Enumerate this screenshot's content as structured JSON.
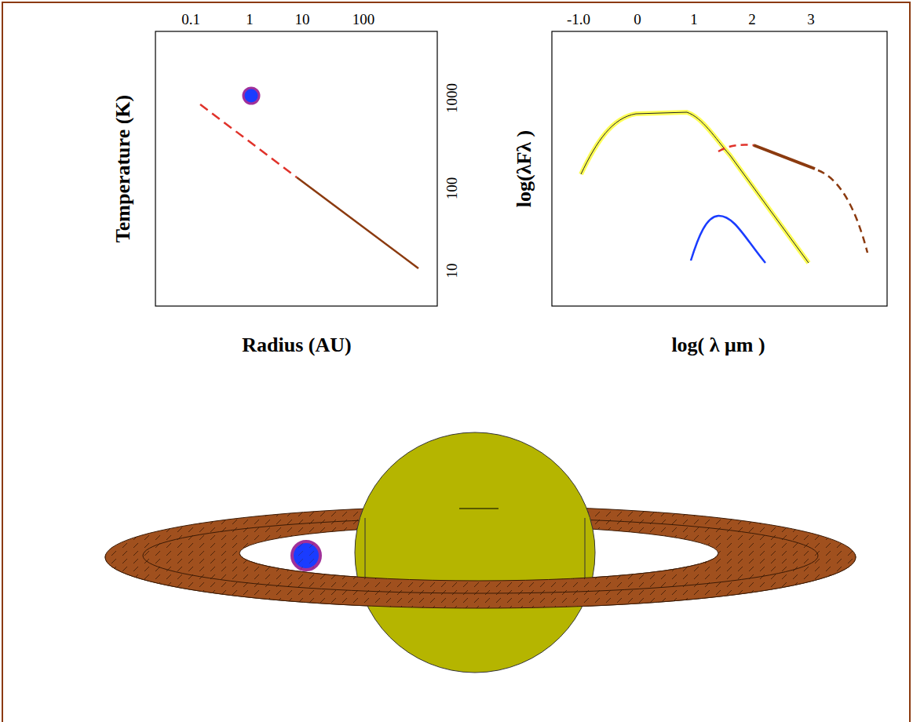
{
  "diagram": {
    "labels": [
      "0.1",
      "1",
      "10",
      "100",
      "Temperature (K)",
      "1000",
      "100",
      "10",
      "Radius (AU)",
      "-1.0",
      "0",
      "1",
      "2",
      "3",
      "log(λFλ )",
      "log( λ μm )"
    ]
  }
}
